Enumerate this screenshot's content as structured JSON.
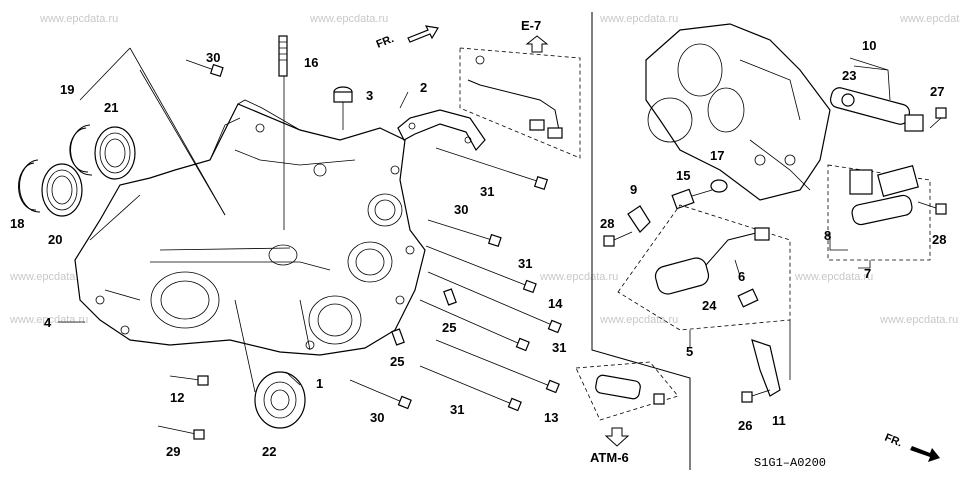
{
  "diagram": {
    "code": "S1G1–A0200",
    "watermark": "www.epcdata.ru",
    "ref_e7": "E-7",
    "ref_atm6": "ATM-6",
    "fr_label": "FR.",
    "callouts": {
      "c1": "1",
      "c2": "2",
      "c3": "3",
      "c4": "4",
      "c5": "5",
      "c6": "6",
      "c7": "7",
      "c8": "8",
      "c9": "9",
      "c10": "10",
      "c11": "11",
      "c12": "12",
      "c13": "13",
      "c14": "14",
      "c15": "15",
      "c16": "16",
      "c17": "17",
      "c18": "18",
      "c19": "19",
      "c20": "20",
      "c21": "21",
      "c22": "22",
      "c23": "23",
      "c24": "24",
      "c25a": "25",
      "c25b": "25",
      "c26": "26",
      "c27": "27",
      "c28a": "28",
      "c28b": "28",
      "c29": "29",
      "c30a": "30",
      "c30b": "30",
      "c30c": "30",
      "c31a": "31",
      "c31b": "31",
      "c31c": "31",
      "c31d": "31"
    }
  }
}
